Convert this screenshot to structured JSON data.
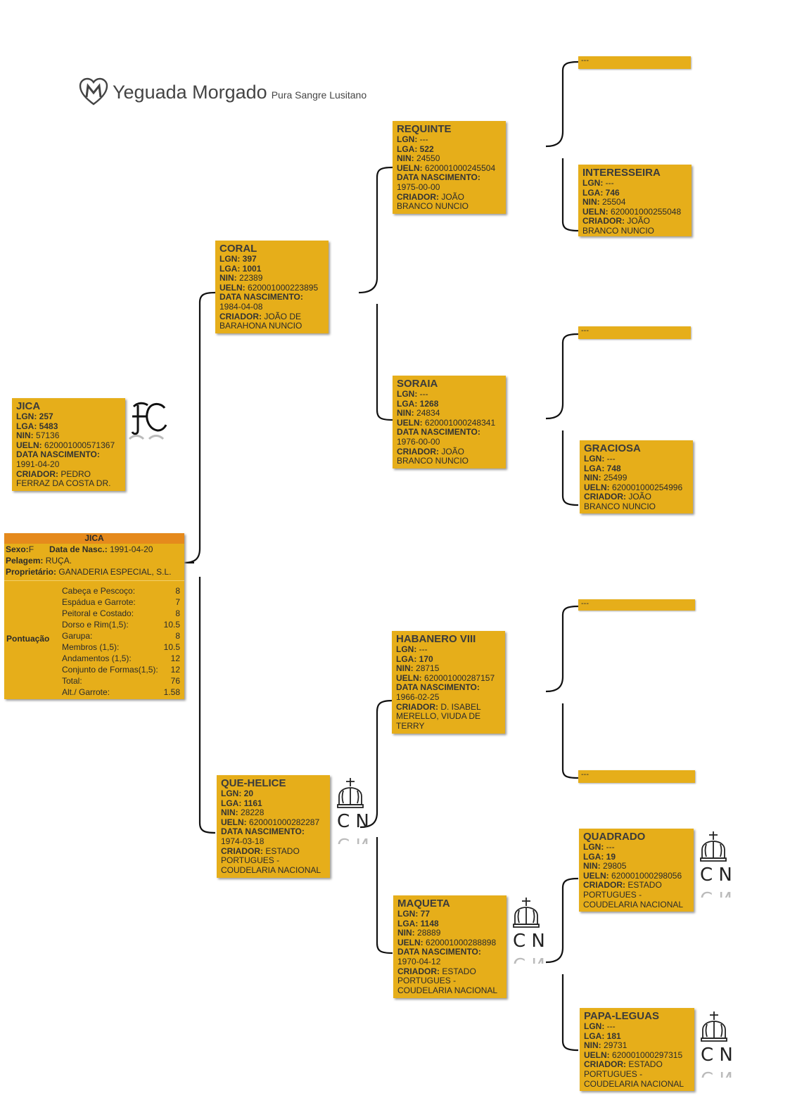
{
  "logo": {
    "brand": "Yeguada Morgado",
    "tagline": "Pura Sangre Lusitano",
    "icon": "heart-m-logo-icon"
  },
  "horse": {
    "name": "JICA",
    "lgn": "257",
    "lga": "5483",
    "nin": "57136",
    "ueln": "620001000571367",
    "birth": "1991-04-20",
    "breeder": "PEDRO FERRAZ DA COSTA DR."
  },
  "labels": {
    "lgn": "LGN:",
    "lga": "LGA:",
    "nin": "NIN:",
    "ueln": "UELN:",
    "birth": "DATA NASCIMENTO:",
    "breeder": "CRIADOR:"
  },
  "info": {
    "title": "JICA",
    "sex_label": "Sexo:",
    "sex": "F",
    "birth_label": "Data de Nasc.:",
    "birth": "1991-04-20",
    "coat_label": "Pelagem:",
    "coat": "RUÇA.",
    "owner_label": "Proprietário:",
    "owner": "GANADERIA ESPECIAL, S.L.",
    "score_label": "Pontuação",
    "scores": [
      {
        "label": "Cabeça e Pescoço:",
        "value": "8"
      },
      {
        "label": "Espádua e Garrote:",
        "value": "7"
      },
      {
        "label": "Peitoral e Costado:",
        "value": "8"
      },
      {
        "label": "Dorso e Rim(1,5):",
        "value": "10.5"
      },
      {
        "label": "Garupa:",
        "value": "8"
      },
      {
        "label": "Membros (1,5):",
        "value": "10.5"
      },
      {
        "label": "Andamentos (1,5):",
        "value": "12"
      },
      {
        "label": "Conjunto de Formas(1,5):",
        "value": "12"
      },
      {
        "label": "Total:",
        "value": "76"
      },
      {
        "label": "Alt./ Garrote:",
        "value": "1.58"
      }
    ]
  },
  "ancestors": {
    "sire": {
      "name": "CORAL",
      "lgn": "397",
      "lga": "1001",
      "nin": "22389",
      "ueln": "620001000223895",
      "birth": "1984-04-08",
      "breeder": "JOÃO DE BARAHONA NUNCIO"
    },
    "dam": {
      "name": "QUE-HELICE",
      "lgn": "20",
      "lga": "1161",
      "nin": "28228",
      "ueln": "620001000282287",
      "birth": "1974-03-18",
      "breeder": "ESTADO PORTUGUES - COUDELARIA NACIONAL"
    },
    "ss": {
      "name": "REQUINTE",
      "lgn": "---",
      "lga": "522",
      "nin": "24550",
      "ueln": "620001000245504",
      "birth": "1975-00-00",
      "breeder": "JOÃO BRANCO NUNCIO"
    },
    "sd": {
      "name": "SORAIA",
      "lgn": "---",
      "lga": "1268",
      "nin": "24834",
      "ueln": "620001000248341",
      "birth": "1976-00-00",
      "breeder": "JOÃO BRANCO NUNCIO"
    },
    "ds": {
      "name": "HABANERO VIII",
      "lgn": "---",
      "lga": "170",
      "nin": "28715",
      "ueln": "620001000287157",
      "birth": "1966-02-25",
      "breeder": "D. ISABEL MERELLO, VIUDA DE TERRY"
    },
    "dd": {
      "name": "MAQUETA",
      "lgn": "77",
      "lga": "1148",
      "nin": "28889",
      "ueln": "620001000288898",
      "birth": "1970-04-12",
      "breeder": "ESTADO PORTUGUES - COUDELARIA NACIONAL"
    },
    "ssd": {
      "name": "INTERESSEIRA",
      "lgn": "---",
      "lga": "746",
      "nin": "25504",
      "ueln": "620001000255048",
      "breeder": "JOÃO BRANCO NUNCIO"
    },
    "sdd": {
      "name": "GRACIOSA",
      "lgn": "---",
      "lga": "748",
      "nin": "25499",
      "ueln": "620001000254996",
      "breeder": "JOÃO BRANCO NUNCIO"
    },
    "dds": {
      "name": "QUADRADO",
      "lgn": "---",
      "lga": "19",
      "nin": "29805",
      "ueln": "620001000298056",
      "breeder": "ESTADO PORTUGUES - COUDELARIA NACIONAL"
    },
    "ddd": {
      "name": "PAPA-LEGUAS",
      "lgn": "---",
      "lga": "181",
      "nin": "29731",
      "ueln": "620001000297315",
      "breeder": "ESTADO PORTUGUES - COUDELARIA NACIONAL"
    }
  },
  "unknown": "---",
  "marks": {
    "cn_letters": "C N",
    "cn_icon": "crown-cn-brand-icon",
    "fc_letters": "FC",
    "fc_icon": "fc-monogram-brand-icon"
  }
}
